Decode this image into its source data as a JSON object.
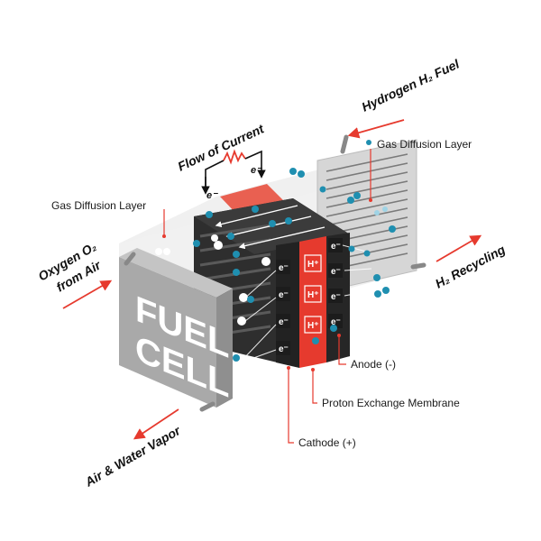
{
  "title": {
    "line1": "FUEL",
    "line2": "CELL"
  },
  "flows": {
    "hydrogen_fuel": "Hydrogen H₂ Fuel",
    "flow_of_current": "Flow of Current",
    "oxygen_line1": "Oxygen O₂",
    "oxygen_line2": "from Air",
    "h2_recycling": "H₂ Recycling",
    "air_water_vapor": "Air & Water Vapor"
  },
  "labels": {
    "gdl_right": "Gas Diffusion Layer",
    "gdl_left": "Gas Diffusion Layer",
    "anode": "Anode (-)",
    "pem": "Proton Exchange Membrane",
    "cathode": "Cathode (+)"
  },
  "particles": {
    "electron": "e⁻",
    "proton": "H⁺"
  },
  "colors": {
    "accent": "#e63a2e",
    "teal": "#1f8fb0",
    "dark": "#2a2a2a",
    "panel": "#a9a9a9"
  }
}
